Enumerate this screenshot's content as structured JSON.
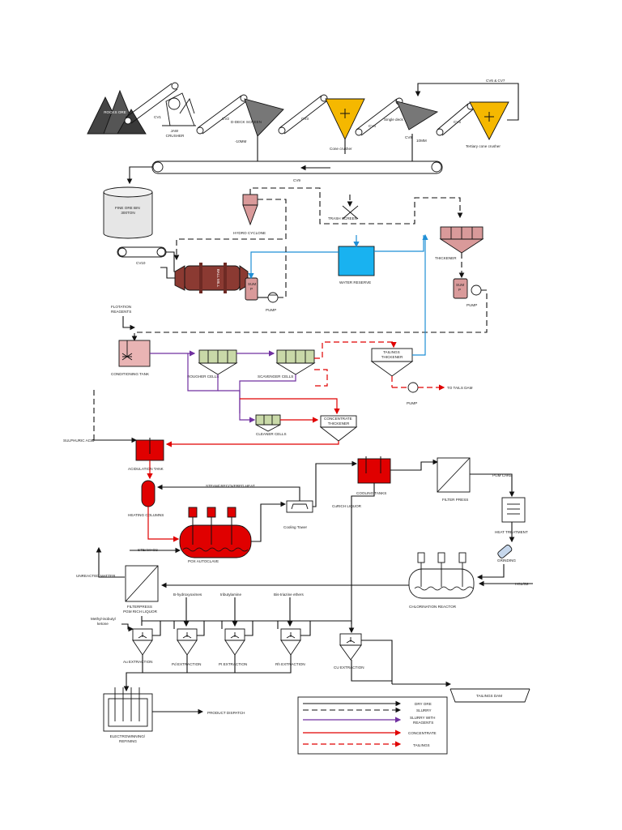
{
  "labels": {
    "run_of_mine": "ROCKS ORE",
    "cv1": "CV1",
    "jaw_crusher": "JAW\nCRUSHER",
    "cv2": "CV2",
    "ddeck_screen": "D-DECK SCREEN",
    "minus_10mm": "-10MM",
    "cv3": "CV3",
    "cone_crusher": "Cone crusher",
    "cv4": "CV4",
    "single_deck": "Single deck",
    "screen_10mm": "10MM",
    "cv8": "CV8",
    "cv5": "CV5",
    "tertiary_cone": "Tertiary cone crusher",
    "cv6_cv7": "CV6 & CV7",
    "cv9": "CV9",
    "fine_ore_bin": "FINE ORE BIN\n300TON",
    "hydrocyclone": "HYDRO CYCLONE",
    "trash_screen": "TRASH SCREEN",
    "cv10": "CV10",
    "ball_mill": "BALL MILL",
    "sump_1": "SUM\nP",
    "pump_1": "PUMP",
    "water_reserve": "WATER RESERVE",
    "thickener": "THICKENER",
    "sump_2": "SUM\nP",
    "pump_2": "PUMP",
    "flotation_reagents": "FLOTATION\nREAGENTS",
    "conditioning_tank": "CONDITIONING TANK",
    "rougher_cells": "ROUGHER CELLS",
    "scavenger_cells": "SCAVENGER CELLS",
    "tailings_thickener": "TAILINGS\nTHICKENER",
    "to_tails_dam": "TO TAILS DAM",
    "pump_3": "PUMP",
    "cleaner_cells": "CLEANER CELLS",
    "concentrate_thickener": "CONCENTRATE\nTHICKENER",
    "sulphuric_acid": "SULPHURIC ACID",
    "acidulation_tank": "ACIDULATION TANK",
    "steam_recovered_heat": "STEAM/ RECOVERED HEAT",
    "heating_columns": "HEATING COLUMNS",
    "cooling_tower": "Cooling Tower",
    "cooling_tanks": "COOLING TANKS",
    "cu_rich_liquor": "CuRICH LIQUOR",
    "filter_press_1": "FILTER PRESS",
    "pgm_cake": "PGM CAKE",
    "heat_treatment": "HEAT TREATMENT",
    "grinding": "GRINDING",
    "steam_o2": "STEAM+O2",
    "pox_autoclave": "POX AUTOCLAVE",
    "unreacted_matter": "UNREACTED MATTER",
    "filter_press_2": "FILTERPRESS\nPGM RICH LIQUOR",
    "hcl_o2": "HCL/O2",
    "chlorination_reactor": "CHLORINATION REACTOR",
    "reagent_pd": "B-hydroxyoximes",
    "reagent_pt": "tributylamine",
    "reagent_rh": "Bis-triazine ethers",
    "reagent_au": "Methyl-isobutyl\nketone",
    "au_extraction": "Au EXTRACTION",
    "pd_extraction": "Pd EXTRACTION",
    "pt_extraction": "Pt EXTRACTION",
    "rh_extraction": "Rh EXTRACTION",
    "cu_extraction": "CU EXTRACTION",
    "tailings_dam": "TAILINGS DAM",
    "electrowinning": "ELECTROWINNING/\nREFINING",
    "product_dispatch": "PRODUCT DISPATCH"
  },
  "legend": {
    "dry_ore": "DRY ORE",
    "slurry": "SLURRY",
    "slurry_reagents": "SLURRY WITH\nREAGENTS",
    "concentrate": "CONCENTRATE",
    "tailings": "TAILINGS"
  },
  "colors": {
    "slurry_reagents": "#7030a0",
    "concentrate": "#e00000",
    "water": "#1f8fd6",
    "cone_crusher": "#f5b800",
    "screen": "#777777",
    "ball_mill": "#8b3a32",
    "flotation_cell": "#c9d9a8",
    "red_vessel": "#e00000",
    "water_tank": "#19b2f0",
    "sump": "#d99a9a"
  }
}
